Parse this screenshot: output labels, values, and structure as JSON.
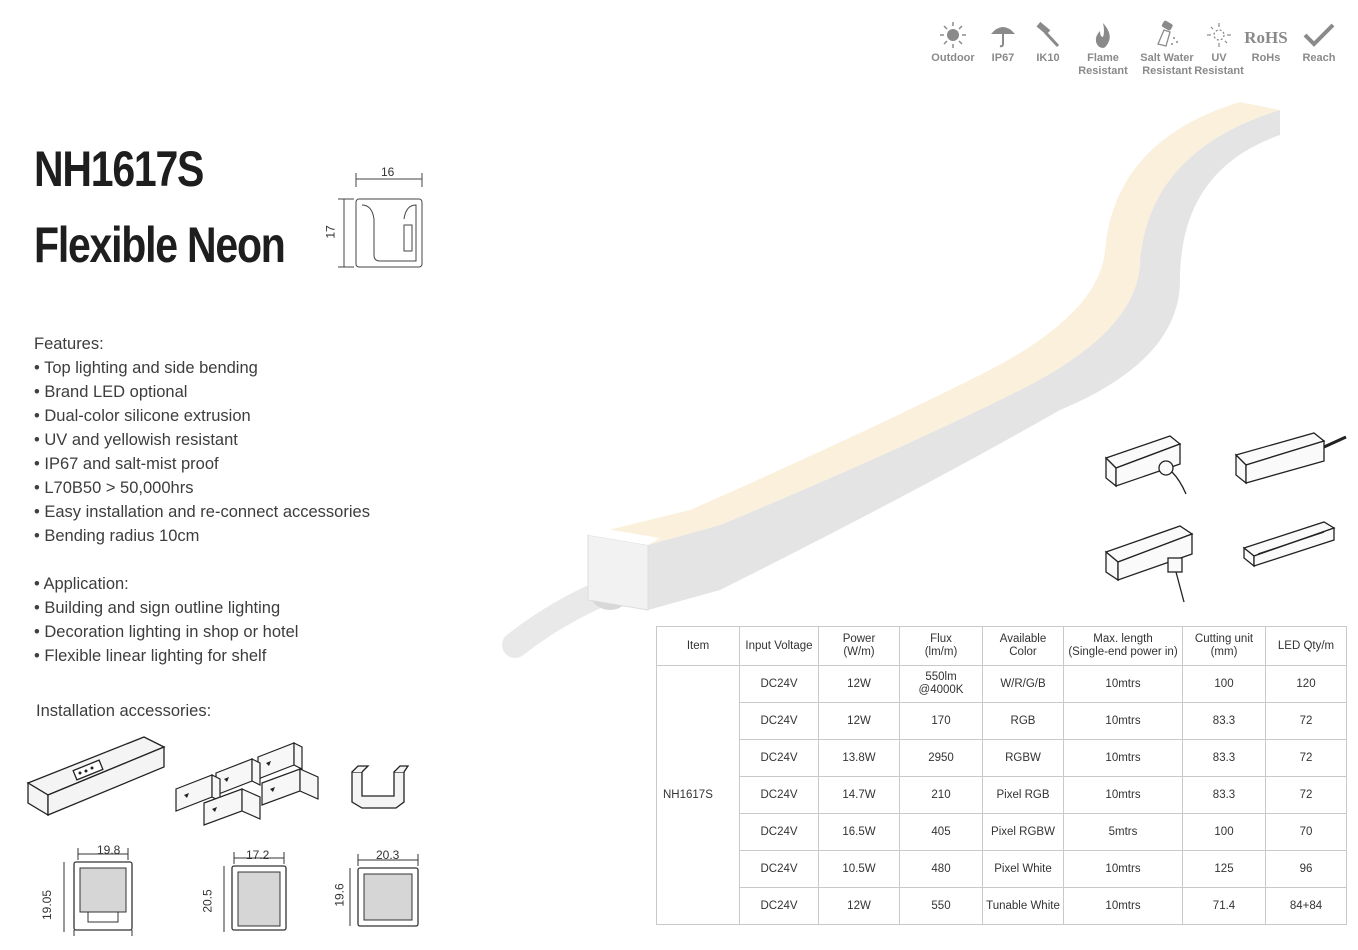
{
  "certifications": [
    {
      "icon": "sun-icon",
      "label": "Outdoor"
    },
    {
      "icon": "umbrella-icon",
      "label": "IP67"
    },
    {
      "icon": "hammer-icon",
      "label": "IK10"
    },
    {
      "icon": "flame-icon",
      "label": "Flame Resistant"
    },
    {
      "icon": "salt-water-icon",
      "label": "Salt Water Resistant"
    },
    {
      "icon": "uv-icon",
      "label": "UV Resistant"
    },
    {
      "icon": "rohs-icon",
      "label": "RoHS",
      "sublabel": "RoHs"
    },
    {
      "icon": "checkmark-icon",
      "label": "Reach"
    }
  ],
  "product": {
    "model": "NH1617S",
    "name": "Flexible Neon",
    "profile_width": "16",
    "profile_height": "17"
  },
  "features": {
    "heading": "Features:",
    "items": [
      "• Top lighting and side bending",
      "• Brand LED optional",
      "• Dual-color silicone extrusion",
      "• UV and yellowish resistant",
      "• IP67 and salt-mist proof",
      "• L70B50 > 50,000hrs",
      "• Easy installation and re-connect accessories",
      "• Bending radius 10cm"
    ]
  },
  "application": {
    "heading": "• Application:",
    "items": [
      "• Building and sign outline lighting",
      "• Decoration lighting in shop or hotel",
      "• Flexible linear lighting for shelf"
    ]
  },
  "accessories": {
    "heading": "Installation accessories:",
    "items": [
      {
        "width": "19.8",
        "height": "19.05"
      },
      {
        "width": "17.2",
        "height": "20.5"
      },
      {
        "width": "20.3",
        "height": "19.6"
      }
    ]
  },
  "spec_table": {
    "headers": [
      "Item",
      "Input Voltage",
      "Power\n(W/m)",
      "Flux\n(lm/m)",
      "Available\nColor",
      "Max. length\n(Single-end power in)",
      "Cutting unit\n(mm)",
      "LED Qty/m"
    ],
    "item": "NH1617S",
    "rows": [
      [
        "DC24V",
        "12W",
        "550lm\n@4000K",
        "W/R/G/B",
        "10mtrs",
        "100",
        "120"
      ],
      [
        "DC24V",
        "12W",
        "170",
        "RGB",
        "10mtrs",
        "83.3",
        "72"
      ],
      [
        "DC24V",
        "13.8W",
        "2950",
        "RGBW",
        "10mtrs",
        "83.3",
        "72"
      ],
      [
        "DC24V",
        "14.7W",
        "210",
        "Pixel RGB",
        "10mtrs",
        "83.3",
        "72"
      ],
      [
        "DC24V",
        "16.5W",
        "405",
        "Pixel RGBW",
        "5mtrs",
        "100",
        "70"
      ],
      [
        "DC24V",
        "10.5W",
        "480",
        "Pixel White",
        "10mtrs",
        "125",
        "96"
      ],
      [
        "DC24V",
        "12W",
        "550",
        "Tunable White",
        "10mtrs",
        "71.4",
        "84+84"
      ]
    ]
  },
  "colors": {
    "text": "#3a3a3a",
    "title": "#1e1e1e",
    "icon": "#8a8a8a",
    "border": "#c9c9c9"
  }
}
